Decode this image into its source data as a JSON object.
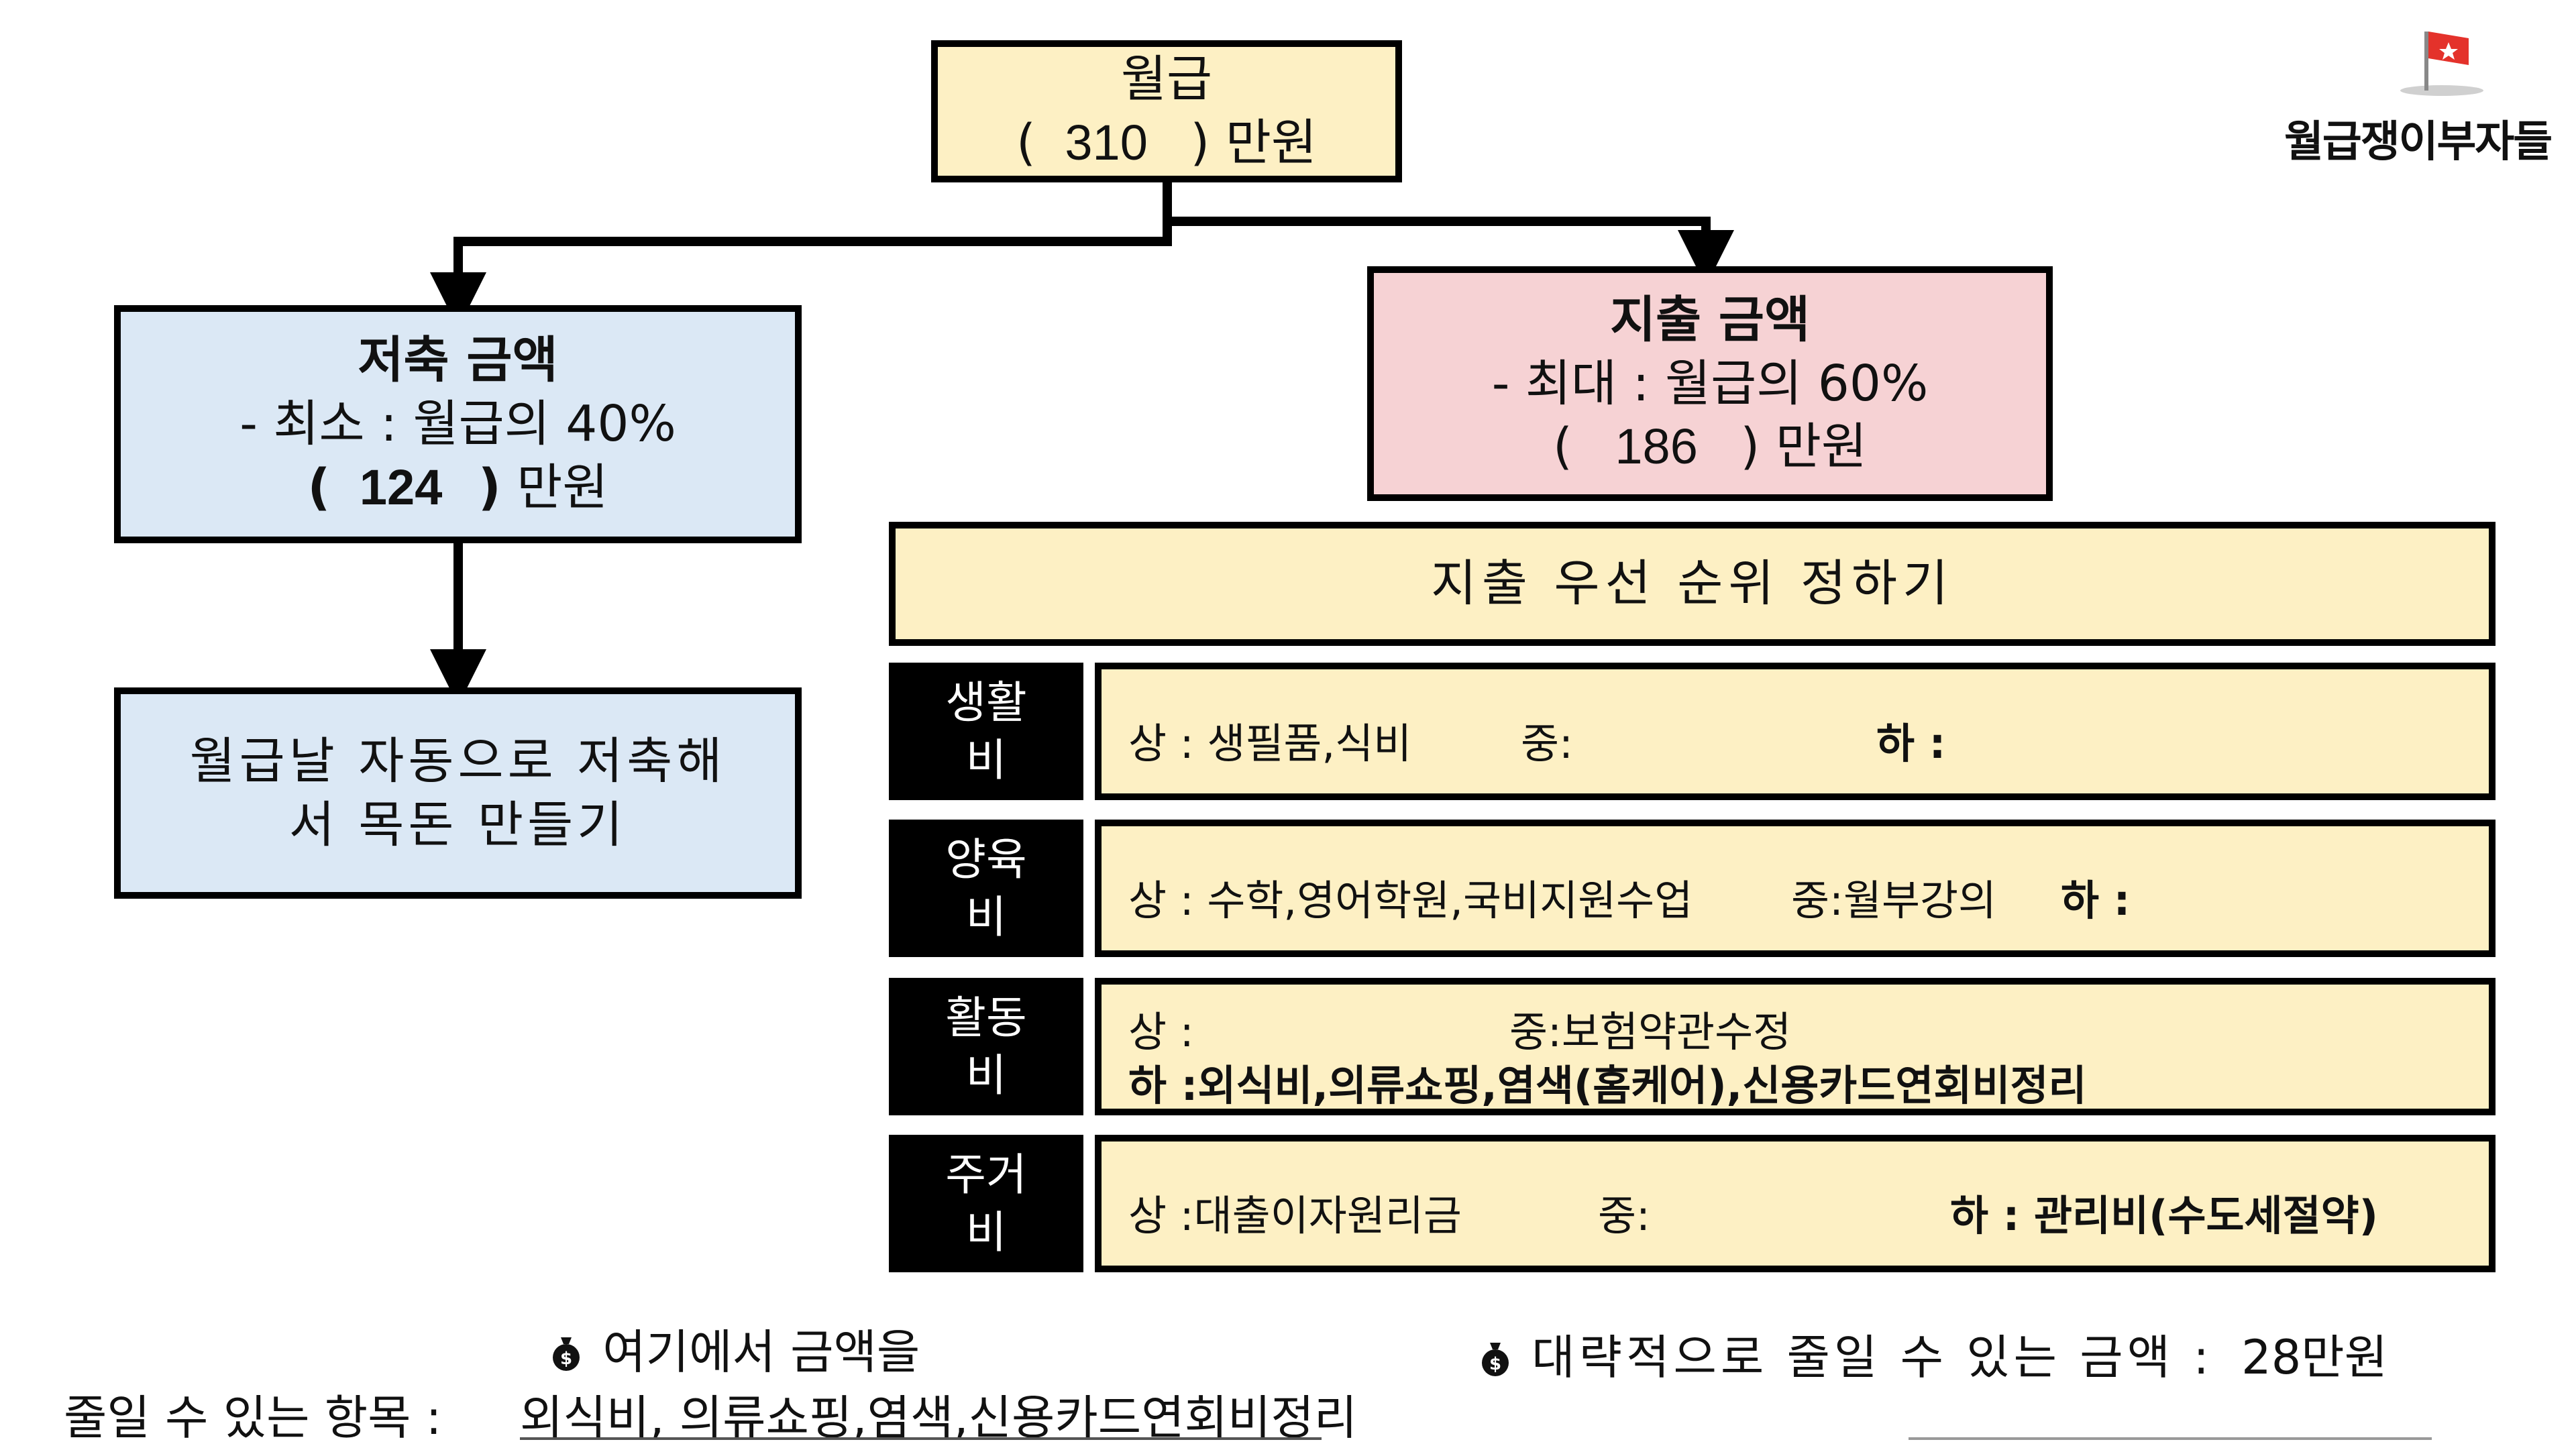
{
  "salary_box": {
    "title": "월급",
    "open": "(",
    "amount": "310",
    "close": ")",
    "unit": "만원"
  },
  "savings_box": {
    "title": "저축 금액",
    "min_line": "- 최소 : 월급의 40%",
    "open": "(",
    "amount": "124",
    "close": ")",
    "unit": "만원"
  },
  "auto_save_box": {
    "line1": "월급날 자동으로 저축해",
    "line2": "서 목돈 만들기"
  },
  "spending_box": {
    "title": "지출 금액",
    "max_line": "- 최대 : 월급의 60%",
    "open": "(",
    "amount": "186",
    "close": ")",
    "unit": "만원"
  },
  "priority_header": "지출 우선 순위 정하기",
  "categories": [
    {
      "label1": "생활",
      "label2": "비",
      "high": "상 :  생필품,식비",
      "mid": "중:",
      "low": "하 :"
    },
    {
      "label1": "양육",
      "label2": "비",
      "high": "상 : 수학,영어학원,국비지원수업",
      "mid": "중:월부강의",
      "low": "하 :"
    },
    {
      "label1": "활동",
      "label2": "비",
      "high": "상 :",
      "mid": "중:보험약관수정",
      "low": "하 :외식비,의류쇼핑,염색(홈케어),신용카드연회비정리"
    },
    {
      "label1": "주거",
      "label2": "비",
      "high": "상 :대출이자원리금",
      "mid": "중:",
      "low": "하 : 관리비(수도세절약)"
    }
  ],
  "logo": {
    "text": "월급쟁이부자들"
  },
  "footer": {
    "reduce_items_line1": "여기에서 금액을",
    "reduce_items_prefix": "줄일 수 있는 항목 :",
    "reduce_items_value": "외식비, 의류쇼핑,염색,신용카드연회비정리",
    "reduce_amount_label": "대략적으로 줄일 수 있는 금액 :",
    "reduce_amount_value": "28만원"
  },
  "icons": {
    "money_bag": "money-bag-icon",
    "logo_flag": "flag-icon"
  },
  "colors": {
    "salary": "#fdf0c4",
    "savings": "#dbe8f5",
    "spending": "#f6d2d4",
    "category": "#000000"
  }
}
